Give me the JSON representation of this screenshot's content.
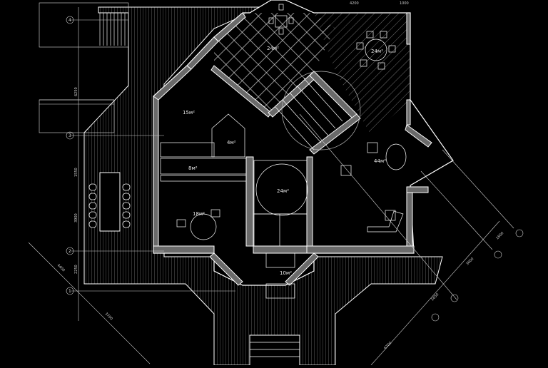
{
  "drawing": {
    "type": "architectural floor plan",
    "background": "#000000",
    "line_color": "#ffffff",
    "wall_fill": "#6a6a6a"
  },
  "rooms": [
    {
      "id": "hall-top",
      "area": "24м²"
    },
    {
      "id": "terrace-dining",
      "area": "24м²"
    },
    {
      "id": "bedroom",
      "area": "15м²"
    },
    {
      "id": "bathroom",
      "area": "4м²"
    },
    {
      "id": "closet",
      "area": "8м²"
    },
    {
      "id": "central-hall",
      "area": "24м²"
    },
    {
      "id": "office",
      "area": "18м²"
    },
    {
      "id": "living-room",
      "area": "44м²"
    },
    {
      "id": "entrance-vestibule",
      "area": "10м²"
    }
  ],
  "axes": {
    "left": [
      {
        "label": "4"
      },
      {
        "label": "3"
      },
      {
        "label": "2"
      },
      {
        "label": "1"
      }
    ]
  },
  "dimensions": {
    "left_vertical": [
      "6250",
      "1550",
      "3900",
      "2250"
    ],
    "bottom_left_diagonal": [
      "4400",
      "3700"
    ],
    "bottom_right_diagonal": [
      "1800",
      "3600",
      "1650",
      "6700"
    ],
    "top": [
      "4200",
      "1000"
    ]
  }
}
